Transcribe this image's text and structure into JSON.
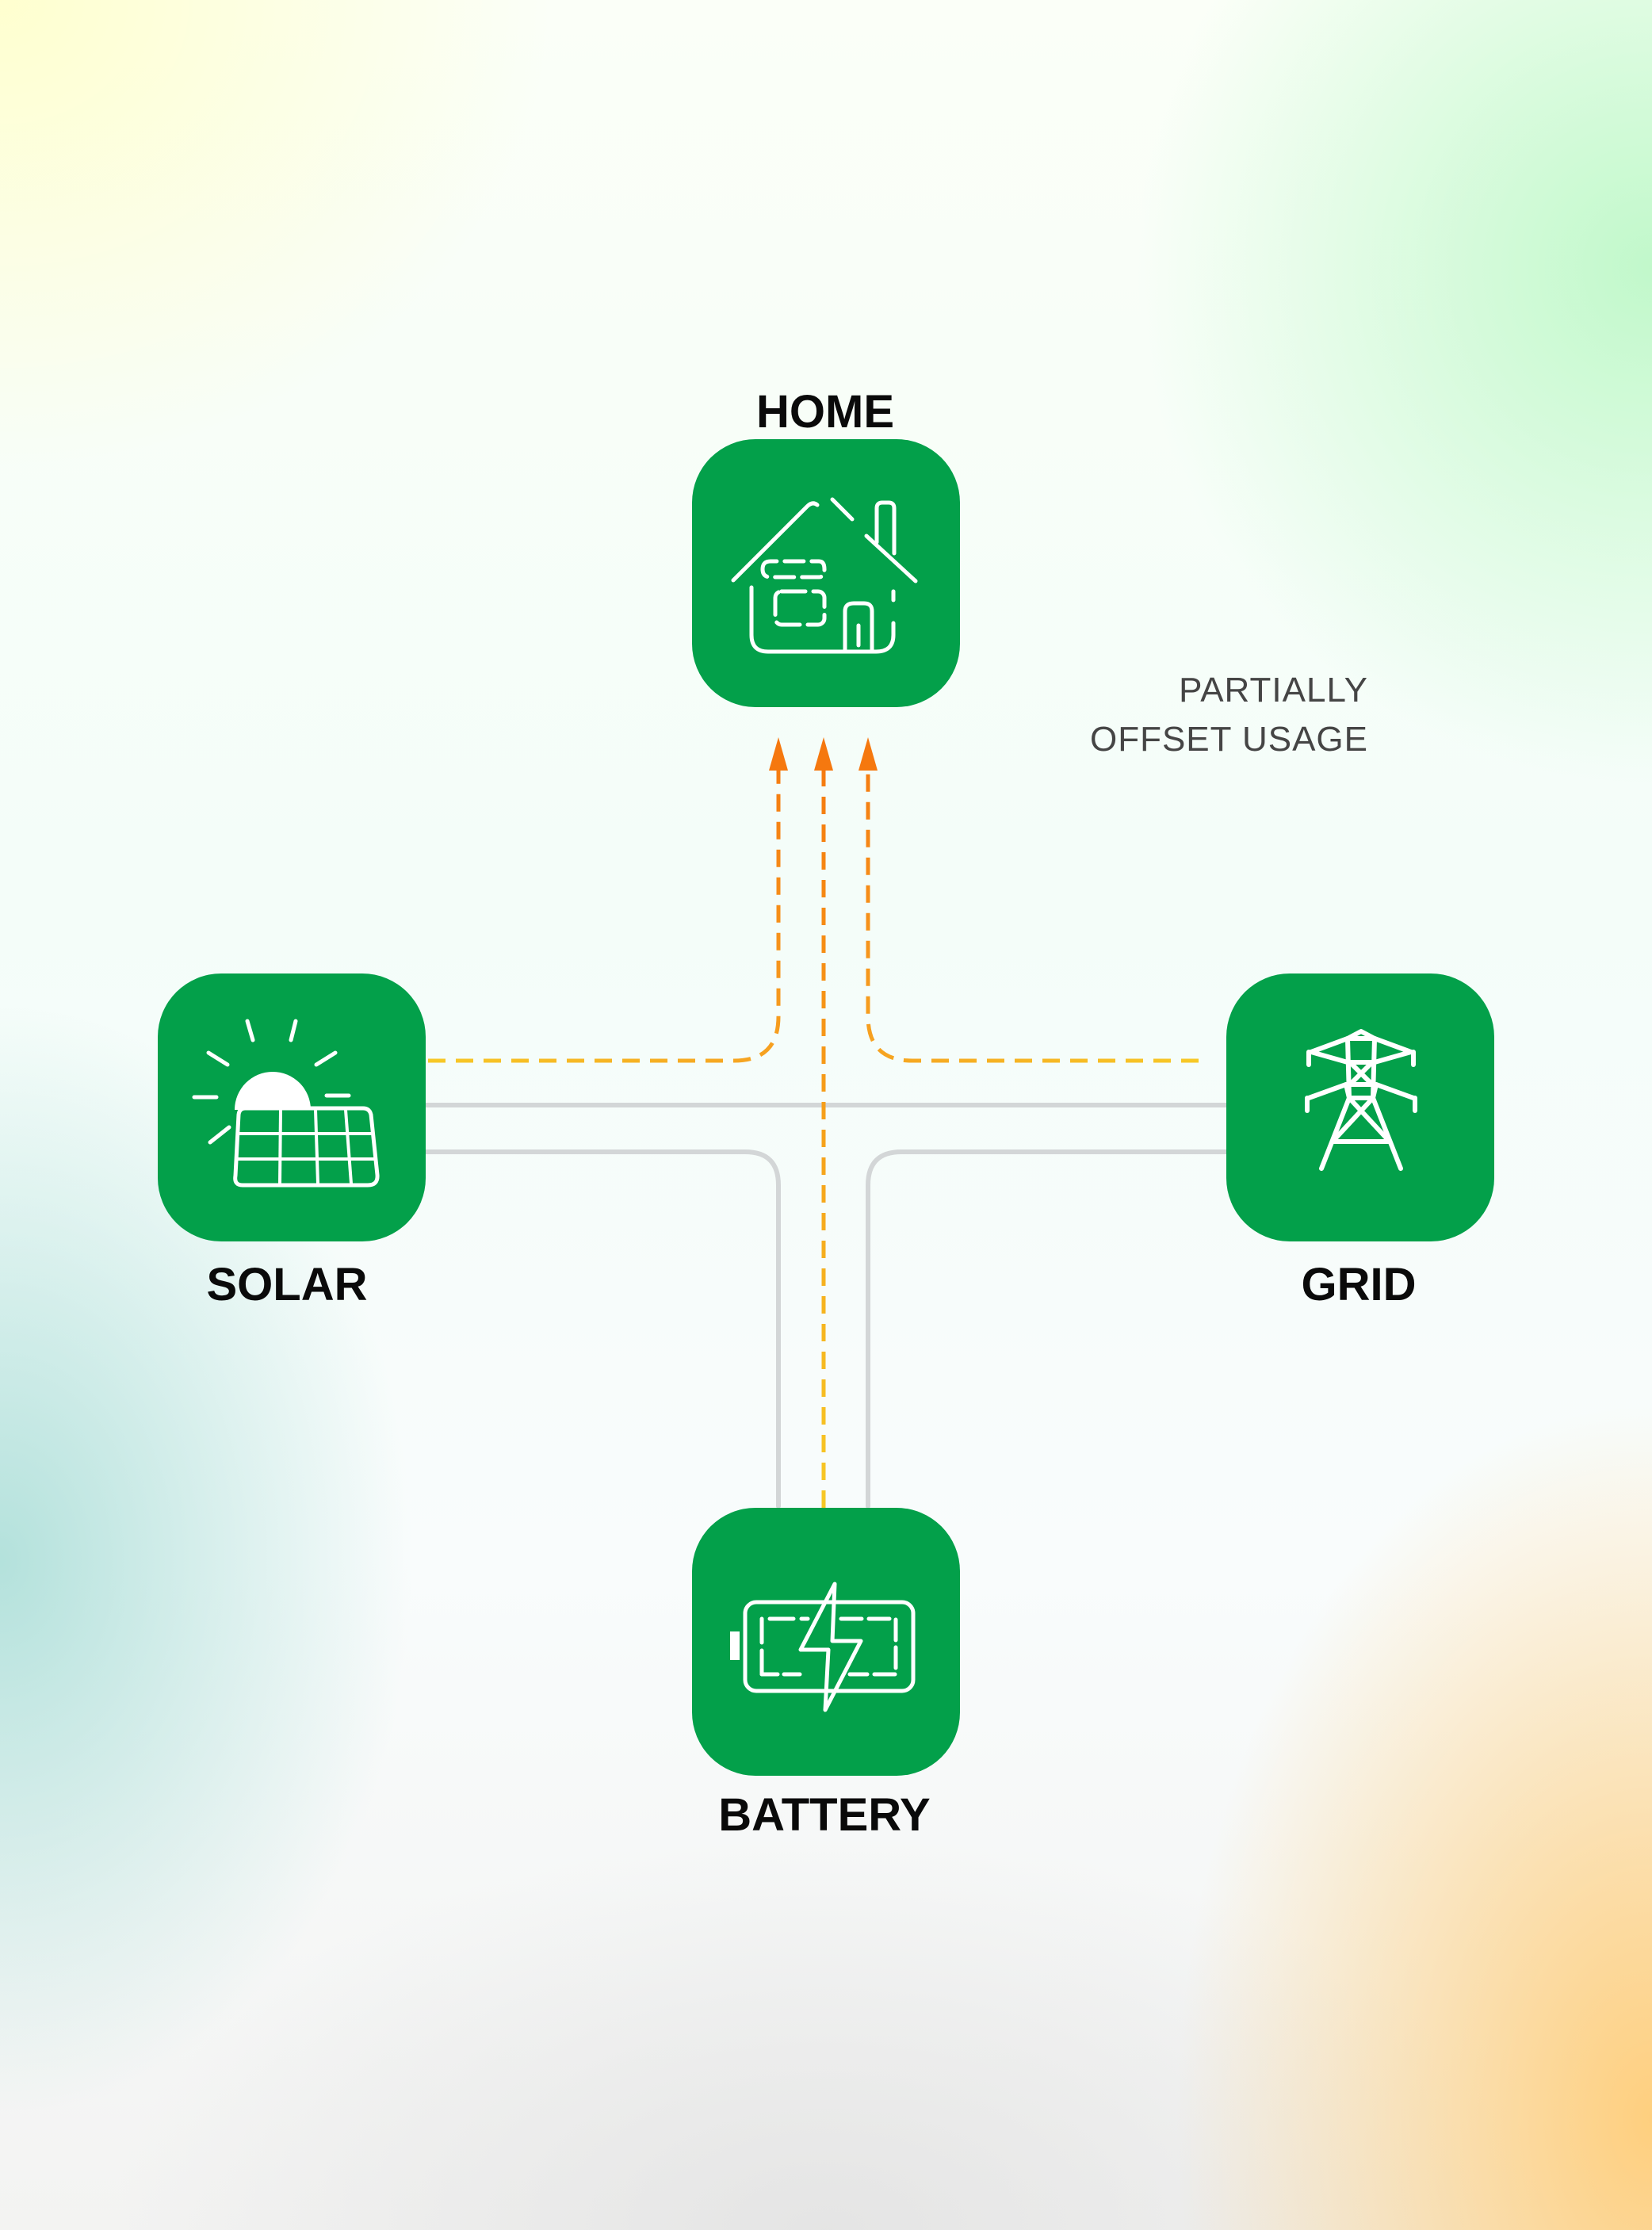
{
  "nodes": {
    "home": {
      "label": "HOME",
      "icon": "house-icon"
    },
    "solar": {
      "label": "SOLAR",
      "icon": "solar-panel-icon"
    },
    "grid": {
      "label": "GRID",
      "icon": "power-tower-icon"
    },
    "battery": {
      "label": "BATTERY",
      "icon": "battery-charging-icon"
    }
  },
  "annotation": {
    "line1": "PARTIALLY",
    "line2": "OFFSET USAGE"
  },
  "colors": {
    "node_fill": "#03a04a",
    "icon_stroke": "#ffffff",
    "path_gray": "#d3d6d7",
    "flow_yellow": "#f7c926",
    "flow_orange": "#f5780f"
  }
}
